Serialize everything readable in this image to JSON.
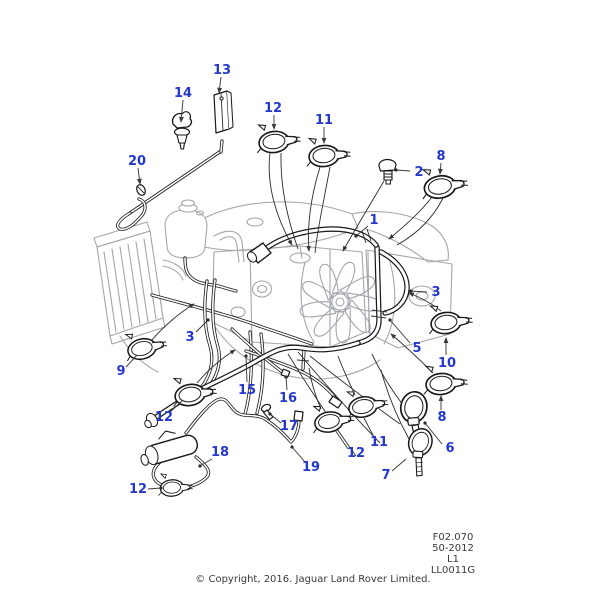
{
  "diagram": {
    "colors": {
      "callout_blue": "#2438cc",
      "line_black": "#17181a",
      "art_gray": "#a2a6ab"
    },
    "labels": [
      "14",
      "13",
      "20",
      "12",
      "11",
      "2",
      "8",
      "1",
      "3",
      "3",
      "9",
      "5",
      "10",
      "15",
      "16",
      "12",
      "17",
      "8",
      "11",
      "6",
      "12",
      "7",
      "19",
      "18",
      "12"
    ],
    "footer": {
      "code_lines": [
        "F02.070",
        "50-2012",
        "L1",
        "LL0011G"
      ],
      "copyright": "© Copyright, 2016. Jaguar Land Rover Limited."
    }
  }
}
